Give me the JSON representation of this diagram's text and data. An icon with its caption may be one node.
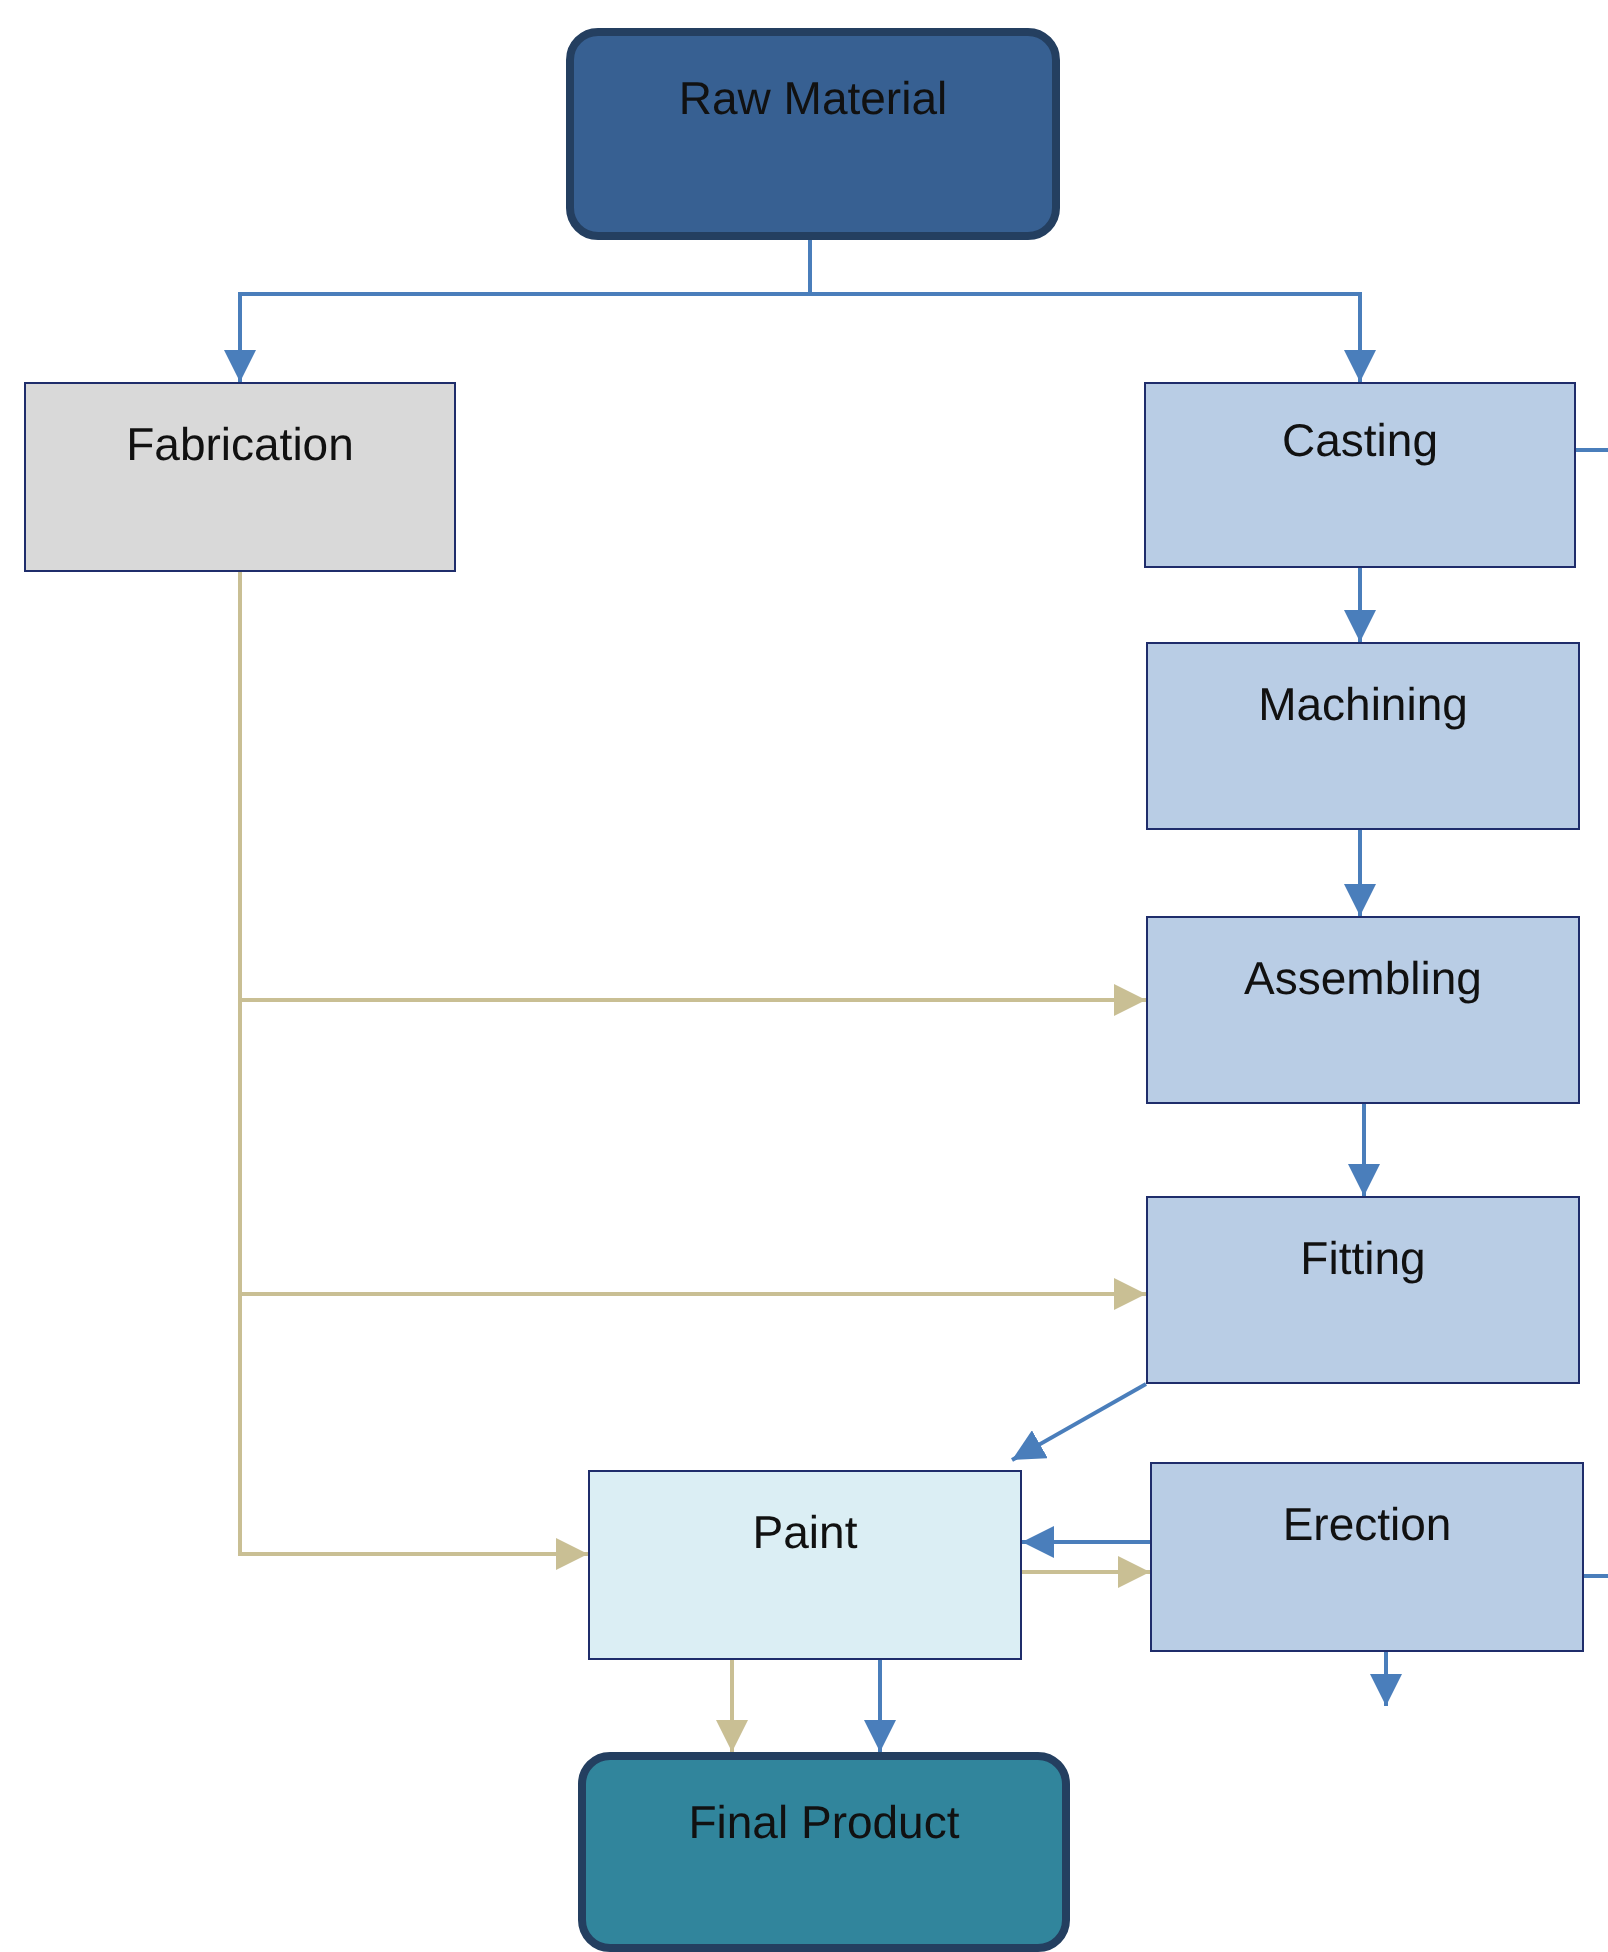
{
  "diagram": {
    "nodes": [
      {
        "text": [
          "Raw Material"
        ]
      },
      {
        "text": [
          "Fabrication"
        ]
      },
      {
        "text": [
          "Casting"
        ]
      },
      {
        "text": [
          "Machining"
        ]
      },
      {
        "text": [
          "Assembling"
        ]
      },
      {
        "text": [
          "Fitting"
        ]
      },
      {
        "text": [
          "Paint"
        ]
      },
      {
        "text": [
          "Erection"
        ]
      },
      {
        "text": [
          "Final Product"
        ]
      }
    ],
    "edges": [
      {
        "from": 0,
        "to": 1,
        "arrow": "to"
      },
      {
        "from": 0,
        "to": 2,
        "arrow": "to"
      },
      {
        "from": 2,
        "to": 3,
        "arrow": "to"
      },
      {
        "from": 3,
        "to": 4,
        "arrow": "to"
      },
      {
        "from": 4,
        "to": 5,
        "arrow": "to"
      },
      {
        "from": 5,
        "to": 6,
        "arrow": "to"
      },
      {
        "from": 7,
        "to": 6,
        "arrow": "to"
      },
      {
        "from": 6,
        "to": 7,
        "arrow": "to",
        "color": "#c9bf94"
      },
      {
        "from": 1,
        "to": 4,
        "arrow": "to",
        "color": "#c9bf94"
      },
      {
        "from": 1,
        "to": 5,
        "arrow": "to",
        "color": "#c9bf94"
      },
      {
        "from": 1,
        "to": 6,
        "arrow": "to",
        "color": "#c9bf94"
      },
      {
        "from": 6,
        "to": 8,
        "arrow": "to",
        "color": "#c9bf94"
      },
      {
        "from": 6,
        "to": 8,
        "arrow": "to"
      },
      {
        "from": 7,
        "to": null,
        "arrow": "to"
      },
      {
        "from": 2,
        "to": null,
        "arrow": "none"
      },
      {
        "from": 7,
        "to": null,
        "arrow": "none"
      }
    ]
  }
}
